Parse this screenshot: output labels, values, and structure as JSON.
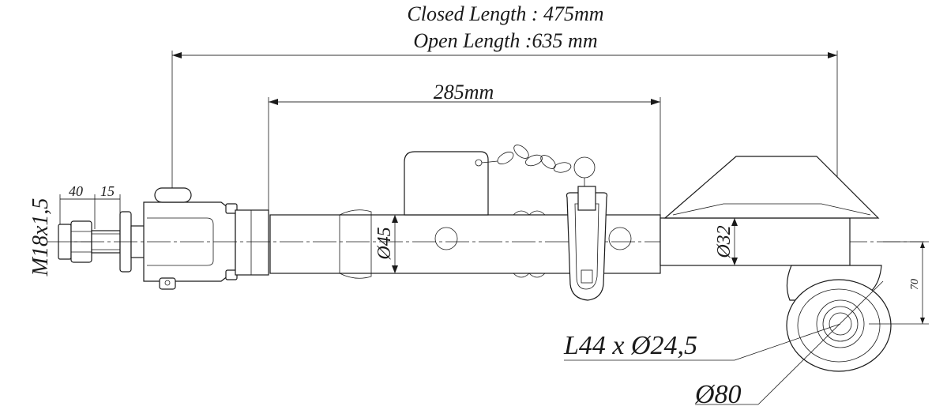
{
  "labels": {
    "closed_length": "Closed Length :  475mm",
    "open_length": "Open Length :635 mm",
    "inner_length": "285mm",
    "dim_40": "40",
    "dim_15": "15",
    "thread": "M18x1,5",
    "tube_diameter": "Ø45",
    "rod_diameter": "Ø32",
    "offset": "70",
    "ball_spec": "L44 x Ø24,5",
    "ball_diameter": "Ø80"
  },
  "colors": {
    "line": "#1a1a1a",
    "background": "#ffffff"
  }
}
